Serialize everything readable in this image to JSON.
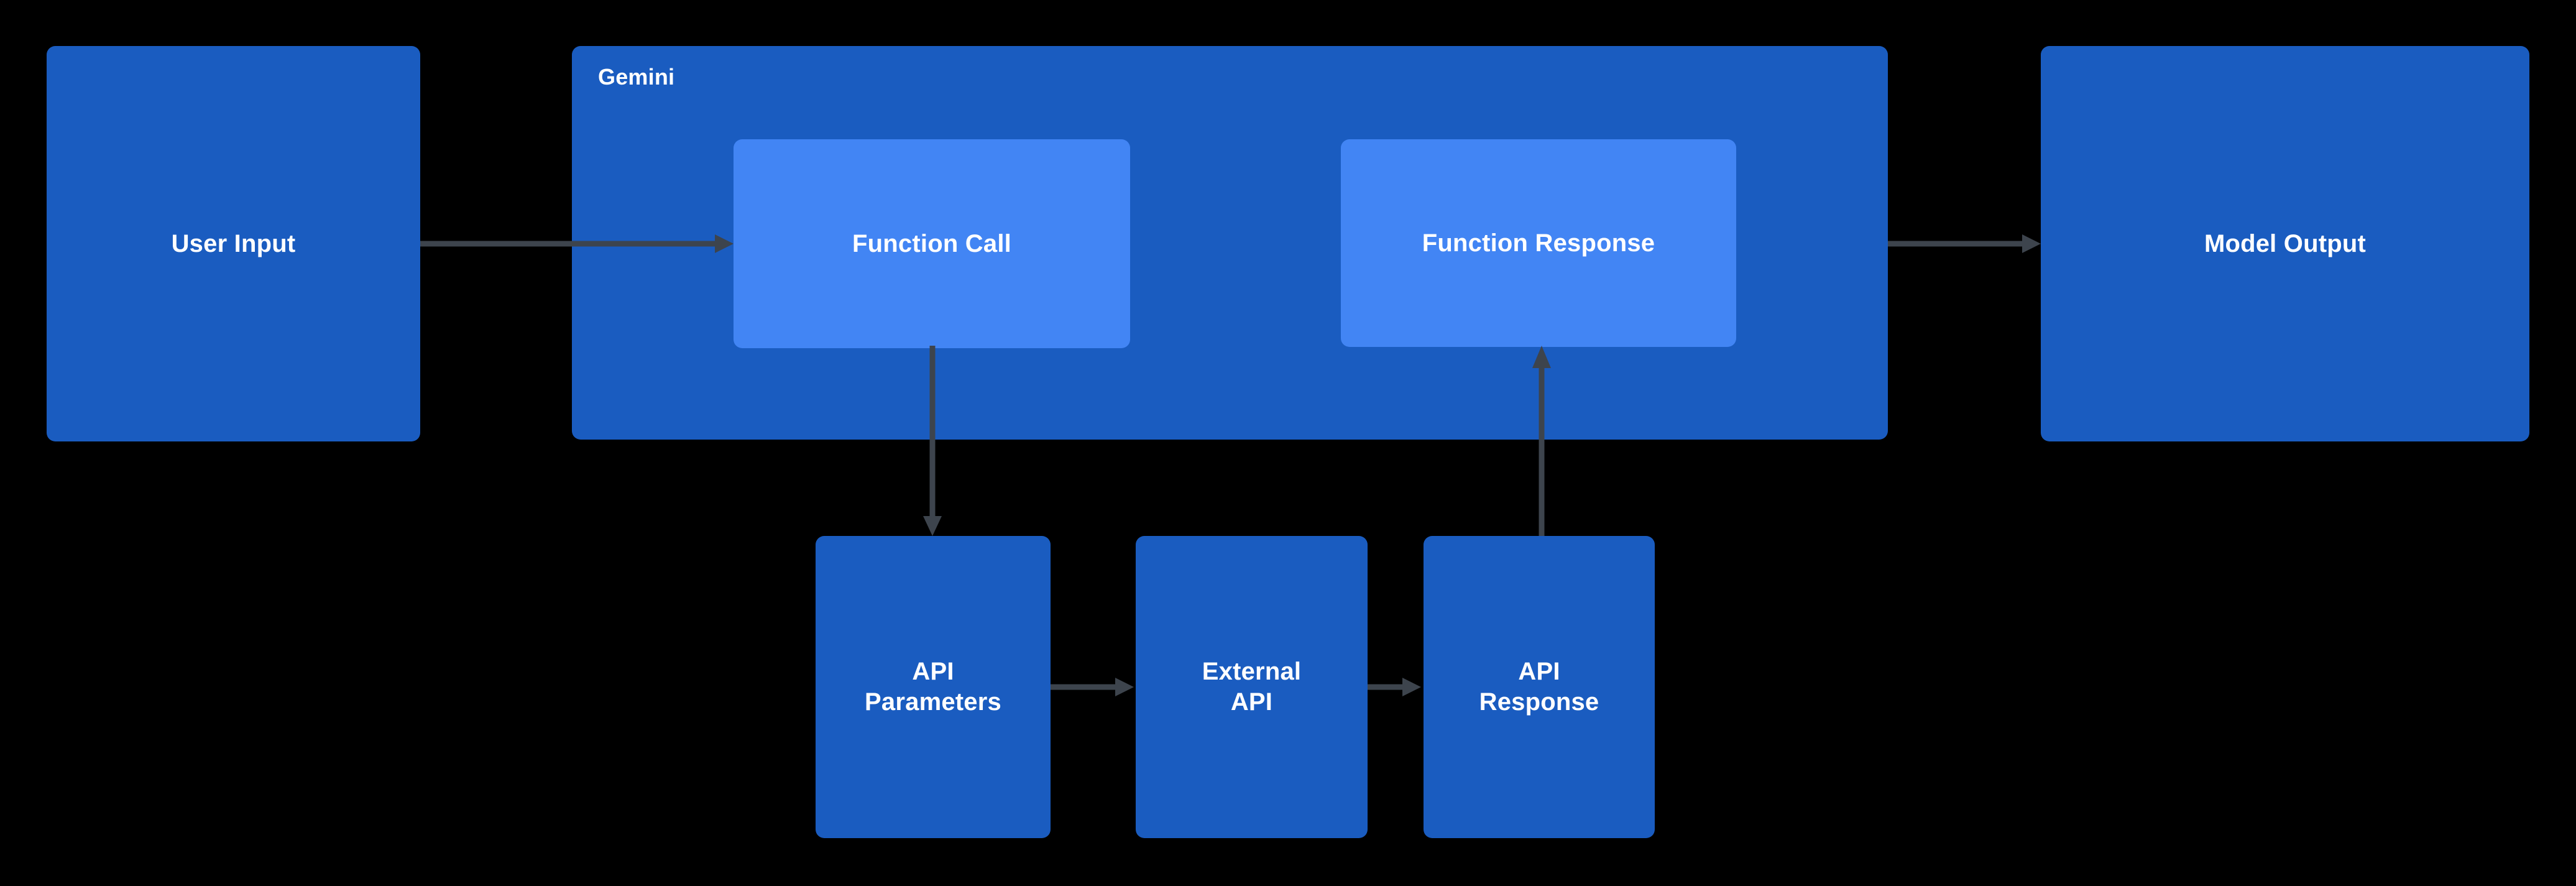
{
  "diagram": {
    "type": "flowchart",
    "background_color": "#000000",
    "colors": {
      "node_fill": "#1a5cc0",
      "inner_node_fill": "#4285f4",
      "cluster_fill": "#1a5cc0",
      "edge": "#3d444d",
      "text": "#ffffff"
    },
    "cluster": {
      "label": "Gemini"
    },
    "nodes": {
      "user_input": {
        "label": "User Input"
      },
      "function_call": {
        "label": "Function Call"
      },
      "function_response": {
        "label": "Function Response"
      },
      "model_output": {
        "label": "Model Output"
      },
      "api_parameters": {
        "label": "API\nParameters"
      },
      "external_api": {
        "label": "External\nAPI"
      },
      "api_response": {
        "label": "API\nResponse"
      }
    },
    "edges": [
      {
        "from": "user_input",
        "to": "function_call",
        "direction": "right",
        "label": ""
      },
      {
        "from": "function_call",
        "to": "api_parameters",
        "direction": "down",
        "label": ""
      },
      {
        "from": "api_parameters",
        "to": "external_api",
        "direction": "right",
        "label": ""
      },
      {
        "from": "external_api",
        "to": "api_response",
        "direction": "right",
        "label": ""
      },
      {
        "from": "api_response",
        "to": "function_response",
        "direction": "up",
        "label": ""
      },
      {
        "from": "function_response",
        "to": "model_output",
        "direction": "right",
        "label": ""
      }
    ]
  }
}
